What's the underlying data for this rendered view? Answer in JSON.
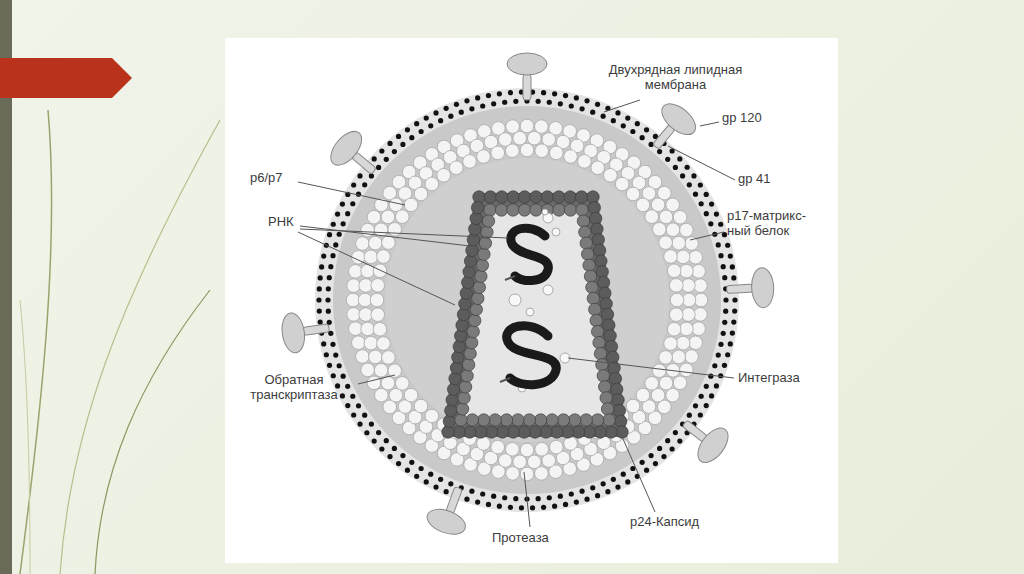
{
  "diagram": {
    "labels": [
      "Двухрядная липидная мембрана",
      "gp 120",
      "gp 41",
      "p6/p7",
      "РНК",
      "p17-матрикс- ный белок",
      "Интеграза",
      "Обратная транскриптаза",
      "p24-Капсид",
      "Протеаза"
    ]
  }
}
